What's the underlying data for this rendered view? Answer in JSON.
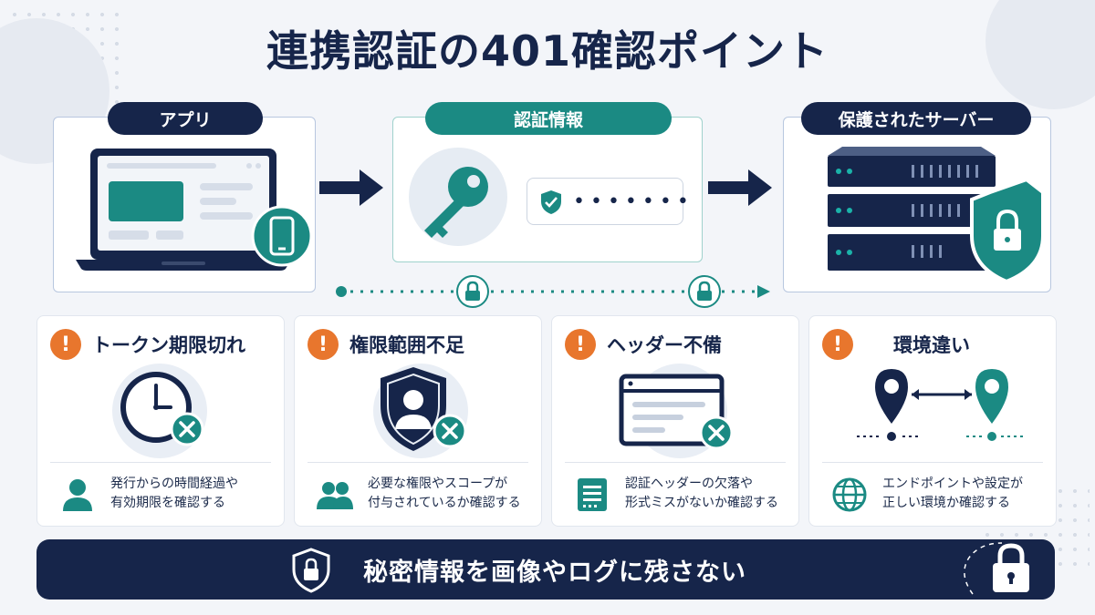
{
  "title": "連携認証の401確認ポイント",
  "flow": {
    "app_label": "アプリ",
    "credential_label": "認証情報",
    "server_label": "保護されたサーバー",
    "password_mask": "•••••••"
  },
  "cards": [
    {
      "title": "トークン期限切れ",
      "desc": [
        "発行からの時間経過や",
        "有効期限を確認する"
      ],
      "illustration": "clock-icon",
      "desc_icon": "user-icon"
    },
    {
      "title": "権限範囲不足",
      "desc": [
        "必要な権限やスコープが",
        "付与されているか確認する"
      ],
      "illustration": "user-shield-icon",
      "desc_icon": "users-icon"
    },
    {
      "title": "ヘッダー不備",
      "desc": [
        "認証ヘッダーの欠落や",
        "形式ミスがないか確認する"
      ],
      "illustration": "browser-window-icon",
      "desc_icon": "list-document-icon"
    },
    {
      "title": "環境違い",
      "desc": [
        "エンドポイントや設定が",
        "正しい環境か確認する"
      ],
      "illustration": "map-pins-icon",
      "desc_icon": "globe-icon"
    }
  ],
  "banner": {
    "text": "秘密情報を画像やログに残さない"
  },
  "colors": {
    "navy": "#16254a",
    "teal": "#1b8a83",
    "orange": "#e8762d",
    "light": "#e9eef5"
  }
}
